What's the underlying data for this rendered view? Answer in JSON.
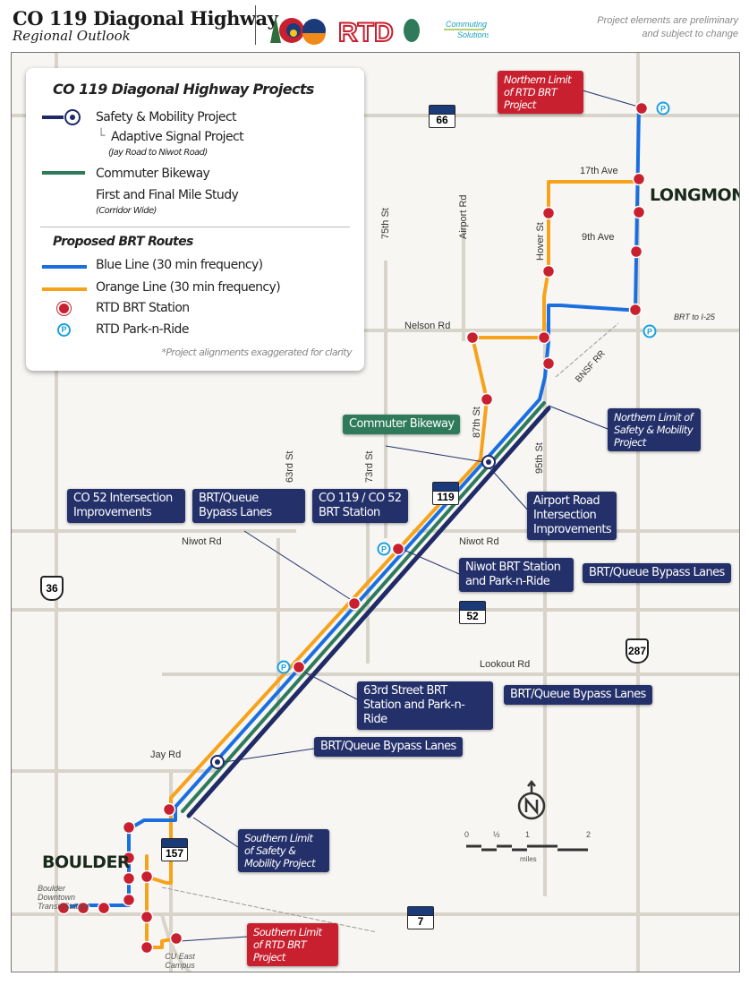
{
  "header": {
    "title": "CO 119 Diagonal Highway",
    "subtitle": "Regional Outlook",
    "disclaimer_line1": "Project elements are preliminary",
    "disclaimer_line2": "and subject to change",
    "logos": {
      "cdot": "CDOT",
      "rtd": "RTD",
      "boulder_county": "Boulder County",
      "commuting_solutions": "Commuting Solutions"
    }
  },
  "legend": {
    "title": "CO 119 Diagonal Highway Projects",
    "safety": "Safety & Mobility Project",
    "adaptive": "Adaptive Signal Project",
    "adaptive_note": "(Jay Road to Niwot Road)",
    "bikeway": "Commuter Bikeway",
    "study": "First and Final Mile Study",
    "study_note": "(Corridor Wide)",
    "brt_title": "Proposed BRT Routes",
    "blue": "Blue Line (30 min frequency)",
    "orange": "Orange Line (30 min frequency)",
    "station": "RTD BRT Station",
    "pnr": "RTD Park-n-Ride",
    "footnote": "*Project alignments exaggerated for clarity",
    "colors": {
      "navy": "#1f2a66",
      "green": "#2e7a5a",
      "blue": "#1a6fe0",
      "orange": "#f7a21b",
      "station_red": "#c8202f",
      "pnr_blue": "#1aa0e0"
    }
  },
  "callouts": {
    "north_rtd": "Northern Limit of RTD BRT Project",
    "south_rtd": "Southern Limit of RTD BRT Project",
    "commuter_bikeway": "Commuter Bikeway",
    "co52": "CO 52 Intersection Improvements",
    "bypass1": "BRT/Queue Bypass Lanes",
    "co119_52": "CO 119 / CO 52 BRT Station",
    "airport": "Airport Road Intersection Improvements",
    "niwot": "Niwot BRT Station and Park-n-Ride",
    "bypass2": "BRT/Queue Bypass Lanes",
    "st63": "63rd Street BRT Station and Park-n-Ride",
    "bypass3": "BRT/Queue Bypass Lanes",
    "bypass4": "BRT/Queue Bypass Lanes",
    "north_safety": "Northern Limit of Safety & Mobility Project",
    "south_safety": "Southern Limit of Safety & Mobility Project"
  },
  "places": {
    "longmont": "LONGMONT",
    "boulder": "BOULDER",
    "downtown": "Boulder Downtown Transit Station",
    "cu": "CU East Campus"
  },
  "roads": {
    "st75": "75th St",
    "airport": "Airport Rd",
    "hover": "Hover St",
    "ave17": "17th Ave",
    "ave9": "9th Ave",
    "nelson": "Nelson Rd",
    "i25": "BRT to I-25",
    "bnsf": "BNSF RR",
    "st87": "87th St",
    "st95": "95th St",
    "st63": "63rd St",
    "st73": "73rd St",
    "niwot_w": "Niwot Rd",
    "niwot_e": "Niwot Rd",
    "lookout": "Lookout Rd",
    "jay": "Jay Rd"
  },
  "shields": {
    "co66": "66",
    "co119": "119",
    "co52": "52",
    "co7": "7",
    "co157": "157",
    "us36": "36",
    "us287": "287"
  },
  "scale": {
    "t0": "0",
    "t_half": "½",
    "t1": "1",
    "t2": "2",
    "unit": "miles"
  },
  "north": "N"
}
